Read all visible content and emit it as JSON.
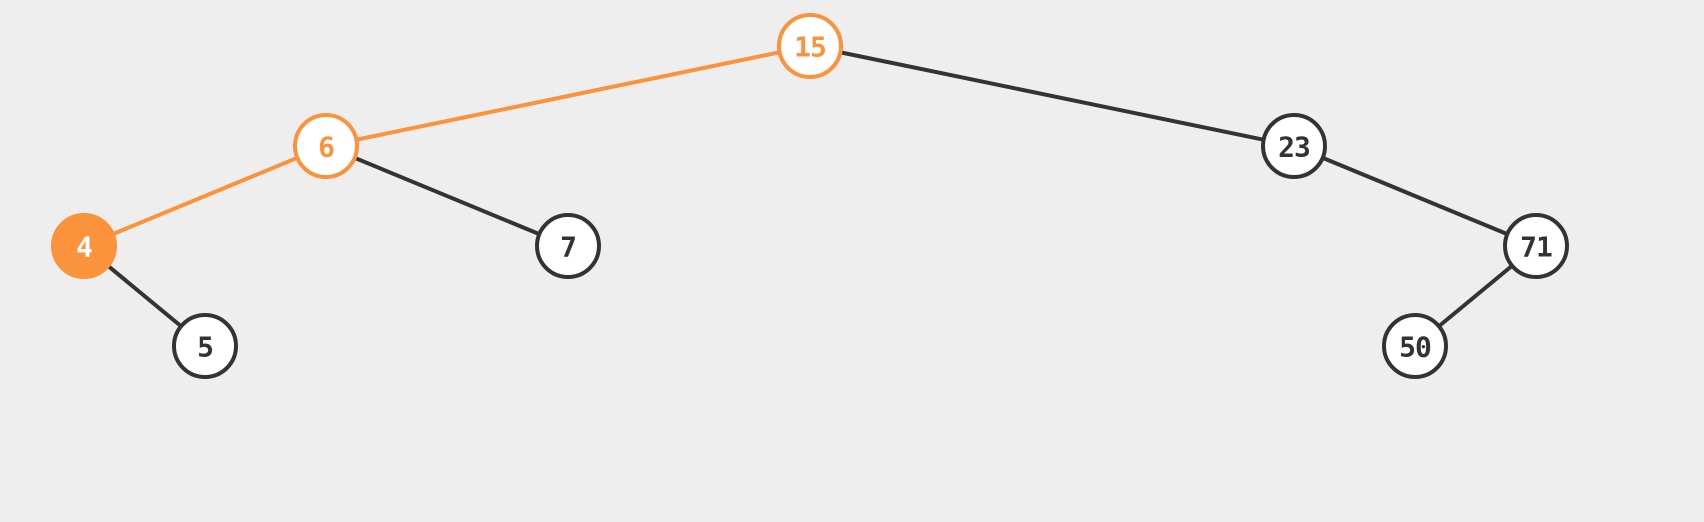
{
  "colors": {
    "background": "#eeeeee",
    "default_stroke": "#333333",
    "default_text": "#333333",
    "node_fill": "#ffffff",
    "highlight": "#fb923c",
    "active_fill": "#fb923c",
    "active_text": "#ffffff"
  },
  "tree": {
    "root_id": "n15",
    "highlighted_path": [
      "n15",
      "n6",
      "n4"
    ],
    "current_node": "n4",
    "nodes": [
      {
        "id": "n15",
        "label": "15",
        "left": "n6",
        "right": "n23"
      },
      {
        "id": "n6",
        "label": "6",
        "left": "n4",
        "right": "n7"
      },
      {
        "id": "n4",
        "label": "4",
        "left": null,
        "right": "n5"
      },
      {
        "id": "n5",
        "label": "5",
        "left": null,
        "right": null
      },
      {
        "id": "n7",
        "label": "7",
        "left": null,
        "right": null
      },
      {
        "id": "n23",
        "label": "23",
        "left": null,
        "right": "n71"
      },
      {
        "id": "n71",
        "label": "71",
        "left": "n50",
        "right": null
      },
      {
        "id": "n50",
        "label": "50",
        "left": null,
        "right": null
      }
    ]
  }
}
